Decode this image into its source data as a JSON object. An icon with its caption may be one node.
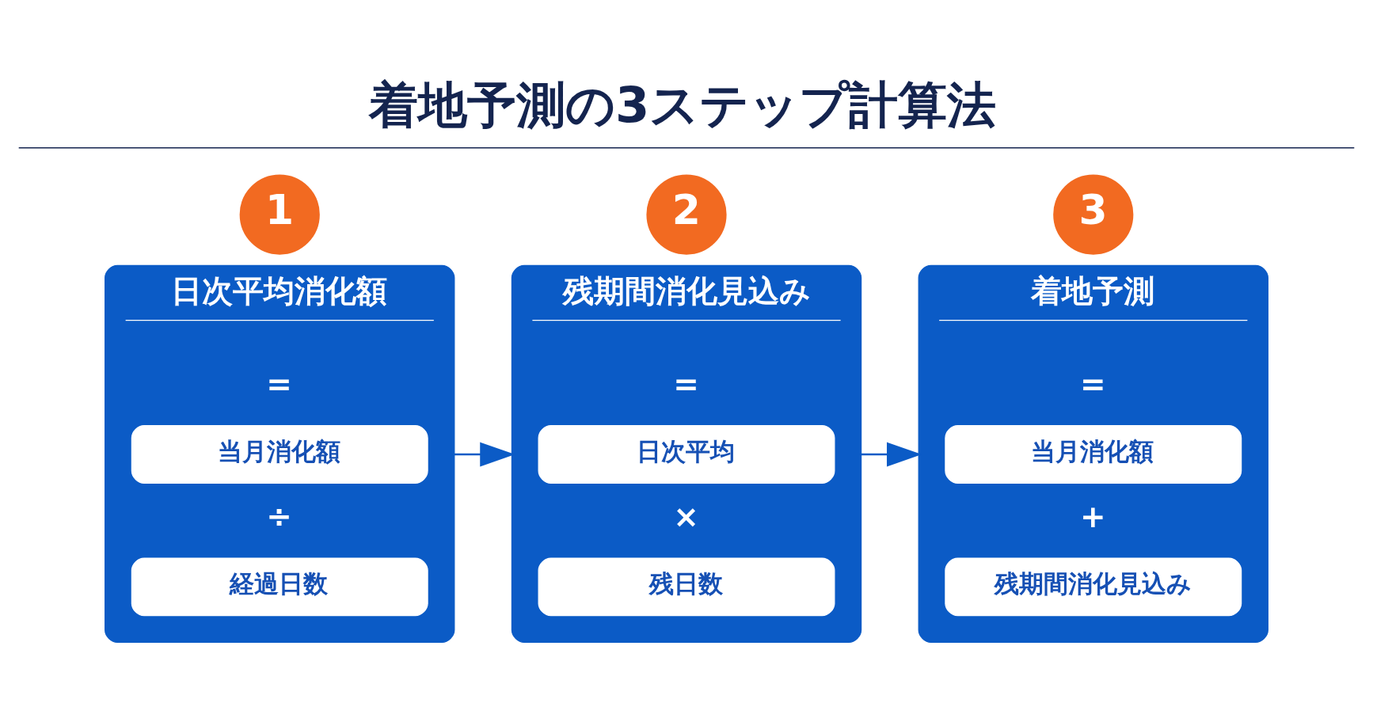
{
  "diagram": {
    "title": "着地予測の3ステップ計算法",
    "nodes": [
      {
        "text": [
          "1"
        ]
      },
      {
        "text": [
          "日次平均消化額"
        ]
      },
      {
        "text": [
          "当月消化額"
        ],
        "in": 1
      },
      {
        "text": [
          "経過日数"
        ],
        "in": 1
      },
      {
        "text": [
          "2"
        ]
      },
      {
        "text": [
          "残期間消化見込み"
        ]
      },
      {
        "text": [
          "日次平均"
        ],
        "in": 5
      },
      {
        "text": [
          "残日数"
        ],
        "in": 5
      },
      {
        "text": [
          "3"
        ]
      },
      {
        "text": [
          "着地予測"
        ]
      },
      {
        "text": [
          "当月消化額"
        ],
        "in": 9
      },
      {
        "text": [
          "残期間消化見込み"
        ],
        "in": 9
      }
    ],
    "edges": [
      {
        "from": 1,
        "to": 5,
        "arrow": "to"
      },
      {
        "from": 5,
        "to": 9,
        "arrow": "to"
      }
    ],
    "labels": [
      "=",
      "÷",
      "=",
      "×",
      "=",
      "+"
    ]
  }
}
